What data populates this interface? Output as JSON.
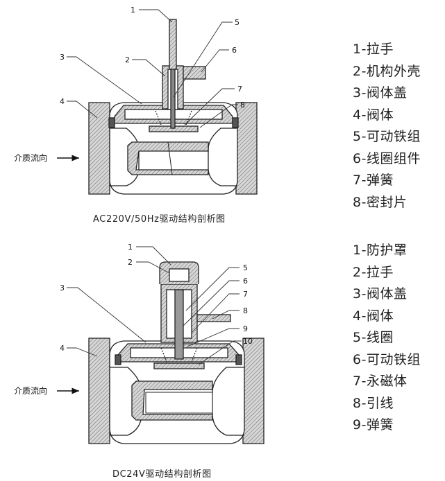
{
  "diagram1": {
    "caption": "AC220V/50Hz驱动结构剖析图",
    "flow_label": "介质流向",
    "callouts": [
      "1",
      "2",
      "3",
      "4",
      "5",
      "6",
      "7",
      "8"
    ],
    "legend": [
      "1-拉手",
      "2-机构外壳",
      "3-阀体盖",
      "4-阀体",
      "5-可动铁组",
      "6-线圈组件",
      "7-弹簧",
      "8-密封片"
    ]
  },
  "diagram2": {
    "caption": "DC24V驱动结构剖析图",
    "flow_label": "介质流向",
    "callouts": [
      "1",
      "2",
      "3",
      "4",
      "5",
      "6",
      "7",
      "8",
      "9",
      "10"
    ],
    "legend": [
      "1-防护罩",
      "2-拉手",
      "3-阀体盖",
      "4-阀体",
      "5-线圈",
      "6-可动铁组",
      "7-永磁体",
      "8-引线",
      "9-弹簧"
    ]
  }
}
